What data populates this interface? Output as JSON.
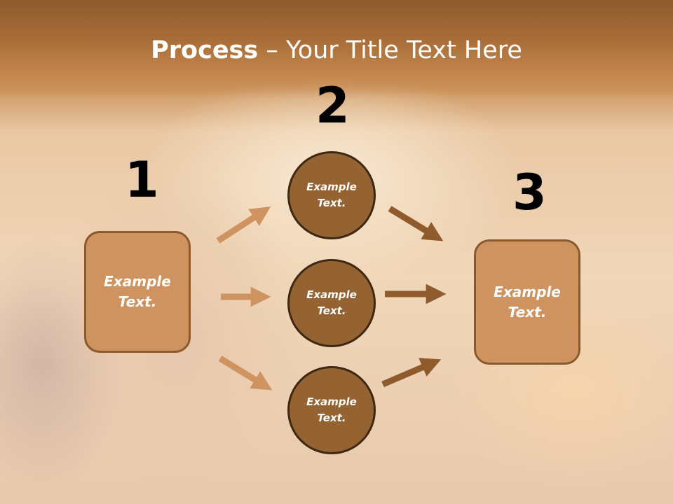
{
  "title": {
    "bold": "Process",
    "rest": " – Your Title Text Here"
  },
  "steps": {
    "step1": {
      "number": "1",
      "text": "Example\nText."
    },
    "step2": {
      "number": "2"
    },
    "step3": {
      "number": "3",
      "text": "Example\nText."
    }
  },
  "circles": [
    {
      "text": "Example\nText."
    },
    {
      "text": "Example\nText."
    },
    {
      "text": "Example\nText."
    }
  ],
  "colors": {
    "box_fill": "#cf9360",
    "box_border": "#8a5a2e",
    "circle_fill": "#956232",
    "circle_border": "#3e2812",
    "arrow_light": "#cf9360",
    "arrow_dark": "#8f5a2c"
  }
}
